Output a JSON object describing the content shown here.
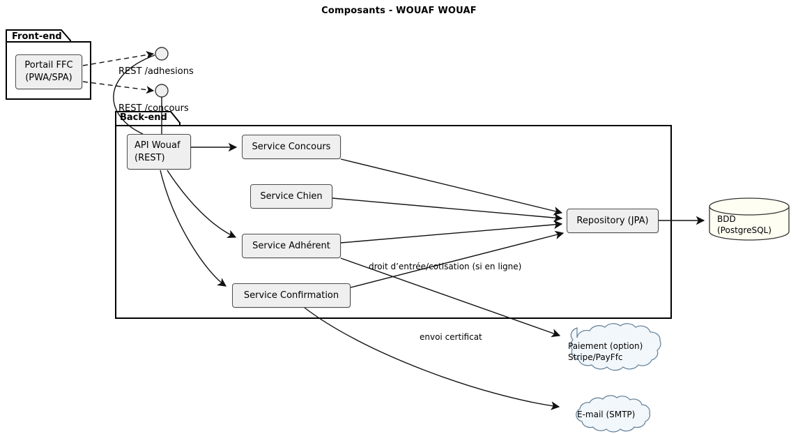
{
  "diagram": {
    "title": "Composants - WOUAF WOUAF",
    "type": "uml-component-diagram"
  },
  "packages": [
    {
      "id": "front-end",
      "label": "Front-end"
    },
    {
      "id": "back-end",
      "label": "Back-end"
    }
  ],
  "components": {
    "portail": {
      "label": "Portail FFC\n(PWA/SPA)"
    },
    "api": {
      "label": "API Wouaf\n(REST)"
    },
    "service_concours": {
      "label": "Service Concours"
    },
    "service_chien": {
      "label": "Service Chien"
    },
    "service_adherent": {
      "label": "Service Adhérent"
    },
    "service_confirmation": {
      "label": "Service Confirmation"
    },
    "repository": {
      "label": "Repository (JPA)"
    }
  },
  "database": {
    "label": "BDD\n(PostgreSQL)"
  },
  "clouds": [
    {
      "id": "paiement",
      "label": "Paiement (option)\nStripe/PayFfc"
    },
    {
      "id": "email",
      "label": "E-mail (SMTP)"
    }
  ],
  "interfaces": [
    {
      "id": "rest-adhesions",
      "label": "REST /adhesions"
    },
    {
      "id": "rest-concours",
      "label": "REST /concours"
    }
  ],
  "edge_labels": [
    {
      "id": "droit-entree",
      "label": "droit d’entrée/cotisation (si en ligne)"
    },
    {
      "id": "envoi-certificat",
      "label": "envoi certificat"
    }
  ],
  "colors": {
    "node_fill": "#EFEFEF",
    "node_stroke": "#4D4D4D",
    "package_stroke": "#000000",
    "db_fill": "#FEFEF2",
    "cloud_fill": "#F2F7FB",
    "cloud_stroke": "#5F7D95",
    "line": "#000000",
    "background": "#FFFFFF"
  }
}
